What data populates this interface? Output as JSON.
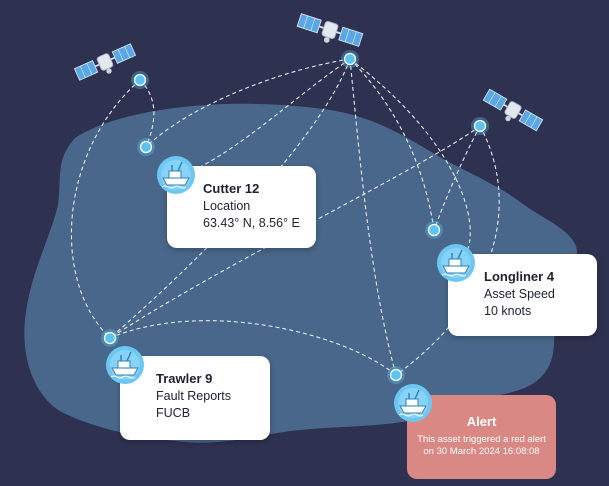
{
  "colors": {
    "background": "#2f3150",
    "land": "#48678a",
    "card": "#ffffff",
    "alert": "#d98884",
    "node": "#5ec3f2",
    "link": "#e6ecf5"
  },
  "satellites": [
    {
      "id": "sat-1",
      "icon": "satellite-icon"
    },
    {
      "id": "sat-2",
      "icon": "satellite-icon"
    },
    {
      "id": "sat-3",
      "icon": "satellite-icon"
    }
  ],
  "assets": {
    "cutter": {
      "name": "Cutter 12",
      "label": "Location",
      "value": "63.43° N, 8.56° E",
      "icon": "ship-icon"
    },
    "longliner": {
      "name": "Longliner 4",
      "label": "Asset Speed",
      "value": "10 knots",
      "icon": "ship-icon"
    },
    "trawler": {
      "name": "Trawler 9",
      "label": "Fault Reports",
      "value": "FUCB",
      "icon": "ship-icon"
    },
    "alert": {
      "name": "Alert",
      "message": "This asset triggered a red alert on 30 March 2024 16:08:08",
      "icon": "ship-icon"
    }
  }
}
